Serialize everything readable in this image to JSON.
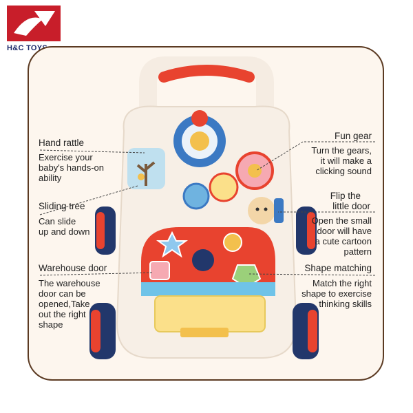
{
  "brand": {
    "name": "H&C TOYS"
  },
  "features": {
    "hand_rattle": {
      "title": "Hand rattle",
      "desc_lines": [
        "Exercise your",
        "baby's hands-on",
        "ability"
      ]
    },
    "sliding_tree": {
      "title": "Sliding tree",
      "desc_lines": [
        "Can slide",
        "up and down"
      ]
    },
    "warehouse_door": {
      "title": "Warehouse door",
      "desc_lines": [
        "The warehouse",
        "door can be",
        "opened,Take",
        "out the right",
        "shape"
      ]
    },
    "fun_gear": {
      "title": "Fun gear",
      "desc_lines": [
        "Turn the gears,",
        "it will make a",
        "clicking sound"
      ]
    },
    "flip_door": {
      "title_lines": [
        "Flip the",
        "little door"
      ],
      "desc_lines": [
        "Open the small",
        "door will have",
        "a cute cartoon",
        "pattern"
      ]
    },
    "shape_matching": {
      "title": "Shape matching",
      "desc_lines": [
        "Match the right",
        "shape to exercise",
        "thinking skills"
      ]
    }
  },
  "colors": {
    "accent_red": "#e8432f",
    "navy": "#22376b",
    "frame_brown": "#5b3a22",
    "cream": "#f7efe6"
  }
}
